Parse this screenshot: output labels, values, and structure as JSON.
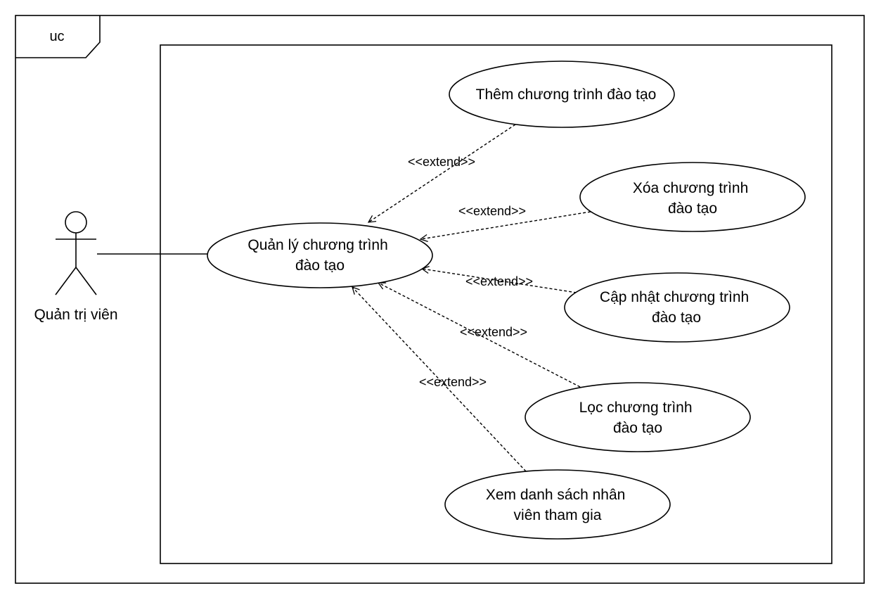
{
  "frame": {
    "label": "uc"
  },
  "actor": {
    "name": "Quản trị viên"
  },
  "use_cases": {
    "main": {
      "lines": [
        "Quản lý chương trình",
        "đào tạo"
      ]
    },
    "add": {
      "lines": [
        "Thêm chương trình đào tạo"
      ]
    },
    "delete": {
      "lines": [
        "Xóa chương trình",
        "đào tạo"
      ]
    },
    "update": {
      "lines": [
        "Cập nhật chương trình",
        "đào tạo"
      ]
    },
    "filter": {
      "lines": [
        "Lọc chương trình",
        "đào tạo"
      ]
    },
    "view": {
      "lines": [
        "Xem danh sách nhân",
        "viên tham gia"
      ]
    }
  },
  "relations": {
    "add": "<<extend>>",
    "delete": "<<extend>>",
    "update": "<<extend>>",
    "filter": "<<extend>>",
    "view": "<<extend>>"
  }
}
